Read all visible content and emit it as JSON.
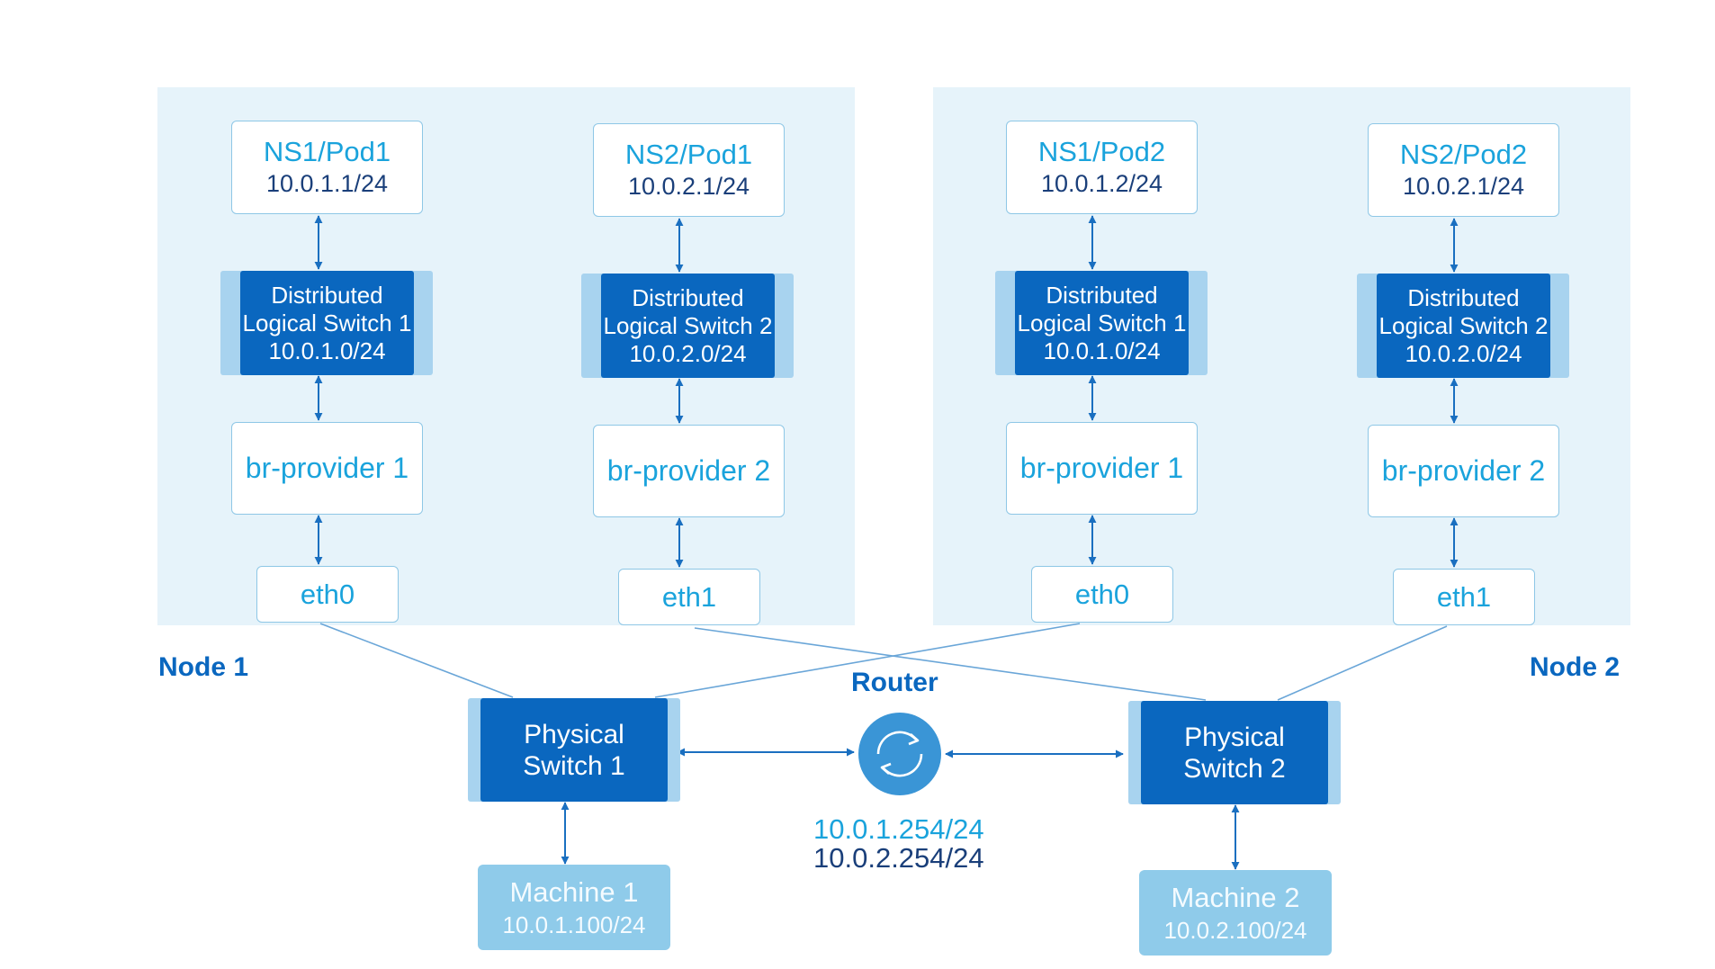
{
  "node1": {
    "label": "Node 1",
    "pod_a": {
      "name": "NS1/Pod1",
      "ip": "10.0.1.1/24"
    },
    "pod_b": {
      "name": "NS2/Pod1",
      "ip": "10.0.2.1/24"
    },
    "dls_a": {
      "line1": "Distributed",
      "line2": "Logical Switch 1",
      "line3": "10.0.1.0/24"
    },
    "dls_b": {
      "line1": "Distributed",
      "line2": "Logical Switch 2",
      "line3": "10.0.2.0/24"
    },
    "br_a": "br-provider 1",
    "br_b": "br-provider 2",
    "eth_a": "eth0",
    "eth_b": "eth1"
  },
  "node2": {
    "label": "Node 2",
    "pod_a": {
      "name": "NS1/Pod2",
      "ip": "10.0.1.2/24"
    },
    "pod_b": {
      "name": "NS2/Pod2",
      "ip": "10.0.2.1/24"
    },
    "dls_a": {
      "line1": "Distributed",
      "line2": "Logical Switch 1",
      "line3": "10.0.1.0/24"
    },
    "dls_b": {
      "line1": "Distributed",
      "line2": "Logical Switch 2",
      "line3": "10.0.2.0/24"
    },
    "br_a": "br-provider 1",
    "br_b": "br-provider 2",
    "eth_a": "eth0",
    "eth_b": "eth1"
  },
  "physical_switch_1": {
    "line1": "Physical",
    "line2": "Switch 1"
  },
  "physical_switch_2": {
    "line1": "Physical",
    "line2": "Switch 2"
  },
  "router": {
    "label": "Router",
    "ip1": "10.0.1.254/24",
    "ip2": "10.0.2.254/24"
  },
  "machine_1": {
    "name": "Machine 1",
    "ip": "10.0.1.100/24"
  },
  "machine_2": {
    "name": "Machine 2",
    "ip": "10.0.2.100/24"
  },
  "colors": {
    "panel": "#e6f3fa",
    "switch": "#0a67bf",
    "switch_shadow": "#a8d3ef",
    "machine": "#8fcbea",
    "accent_text": "#1aa3dc",
    "dark_text": "#1a3f7a",
    "router": "#3a95d6"
  },
  "icons": {
    "router": "router-sync-icon"
  }
}
